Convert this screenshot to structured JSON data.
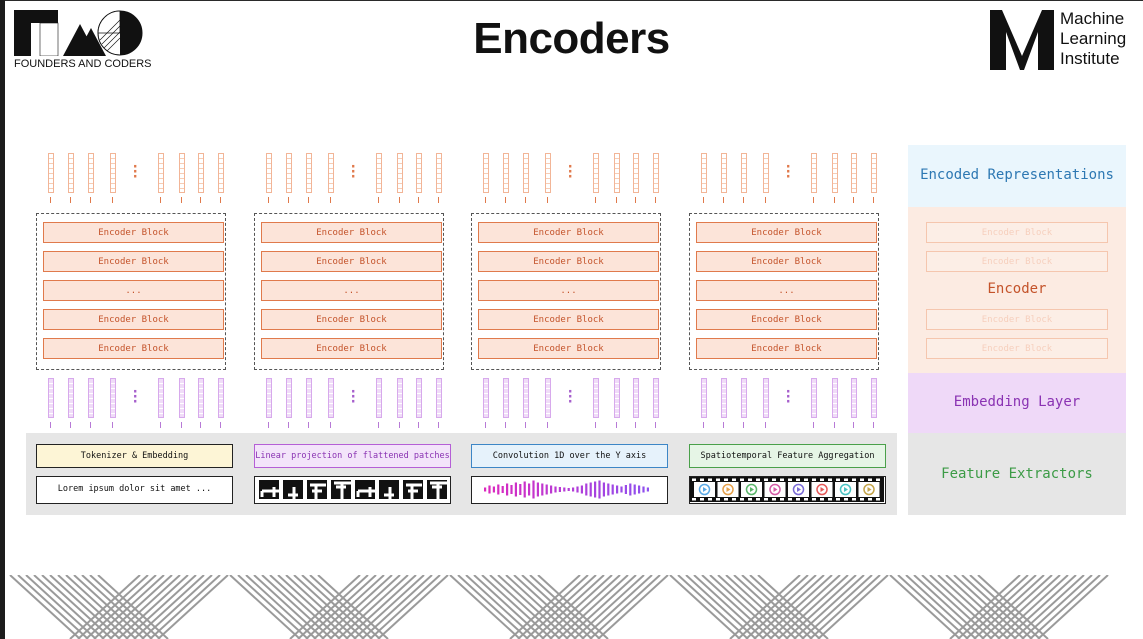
{
  "title": "Encoders",
  "logos": {
    "left_text": "FOUNDERS AND CODERS",
    "right_lines": [
      "Machine",
      "Learning",
      "Institute"
    ]
  },
  "columns": [
    {
      "blocks": [
        "Encoder Block",
        "Encoder Block",
        "...",
        "Encoder Block",
        "Encoder Block"
      ],
      "extractor_label": "Tokenizer & Embedding",
      "input_text": "Lorem ipsum dolor sit amet ...",
      "input_kind": "text",
      "colors": {
        "bg": "#fdf5d6",
        "border": "#222222",
        "text": "#111111"
      }
    },
    {
      "blocks": [
        "Encoder Block",
        "Encoder Block",
        "...",
        "Encoder Block",
        "Encoder Block"
      ],
      "extractor_label": "Linear projection of flattened patches",
      "input_text": "",
      "input_kind": "image-patches",
      "colors": {
        "bg": "#f3e4fa",
        "border": "#b55fd6",
        "text": "#8a33b3"
      }
    },
    {
      "blocks": [
        "Encoder Block",
        "Encoder Block",
        "...",
        "Encoder Block",
        "Encoder Block"
      ],
      "extractor_label": "Convolution 1D over the Y axis",
      "input_text": "",
      "input_kind": "audio-waveform",
      "colors": {
        "bg": "#e6f2fb",
        "border": "#3d86c6",
        "text": "#111111"
      }
    },
    {
      "blocks": [
        "Encoder Block",
        "Encoder Block",
        "...",
        "Encoder Block",
        "Encoder Block"
      ],
      "extractor_label": "Spatiotemporal Feature Aggregation",
      "input_text": "",
      "input_kind": "video-filmstrip",
      "colors": {
        "bg": "#e6f5e6",
        "border": "#4aa04a",
        "text": "#111111"
      }
    }
  ],
  "legend": {
    "encoded": {
      "label": "Encoded Representations",
      "bg": "#eaf6fd",
      "color": "#2d78b3"
    },
    "encoder": {
      "label": "Encoder",
      "bg": "#fcebe2",
      "color": "#c4532a",
      "ghost_blocks": [
        "Encoder Block",
        "Encoder Block",
        "Encoder Block",
        "Encoder Block"
      ]
    },
    "embedding": {
      "label": "Embedding Layer",
      "bg": "#efd9f8",
      "color": "#8a33b3"
    },
    "features": {
      "label": "Feature Extractors",
      "bg": "#e6e6e6",
      "color": "#3c9b46"
    }
  },
  "colors": {
    "block_bg": "#fce4d9",
    "block_border": "#e07a4c",
    "block_text": "#c4532a"
  }
}
